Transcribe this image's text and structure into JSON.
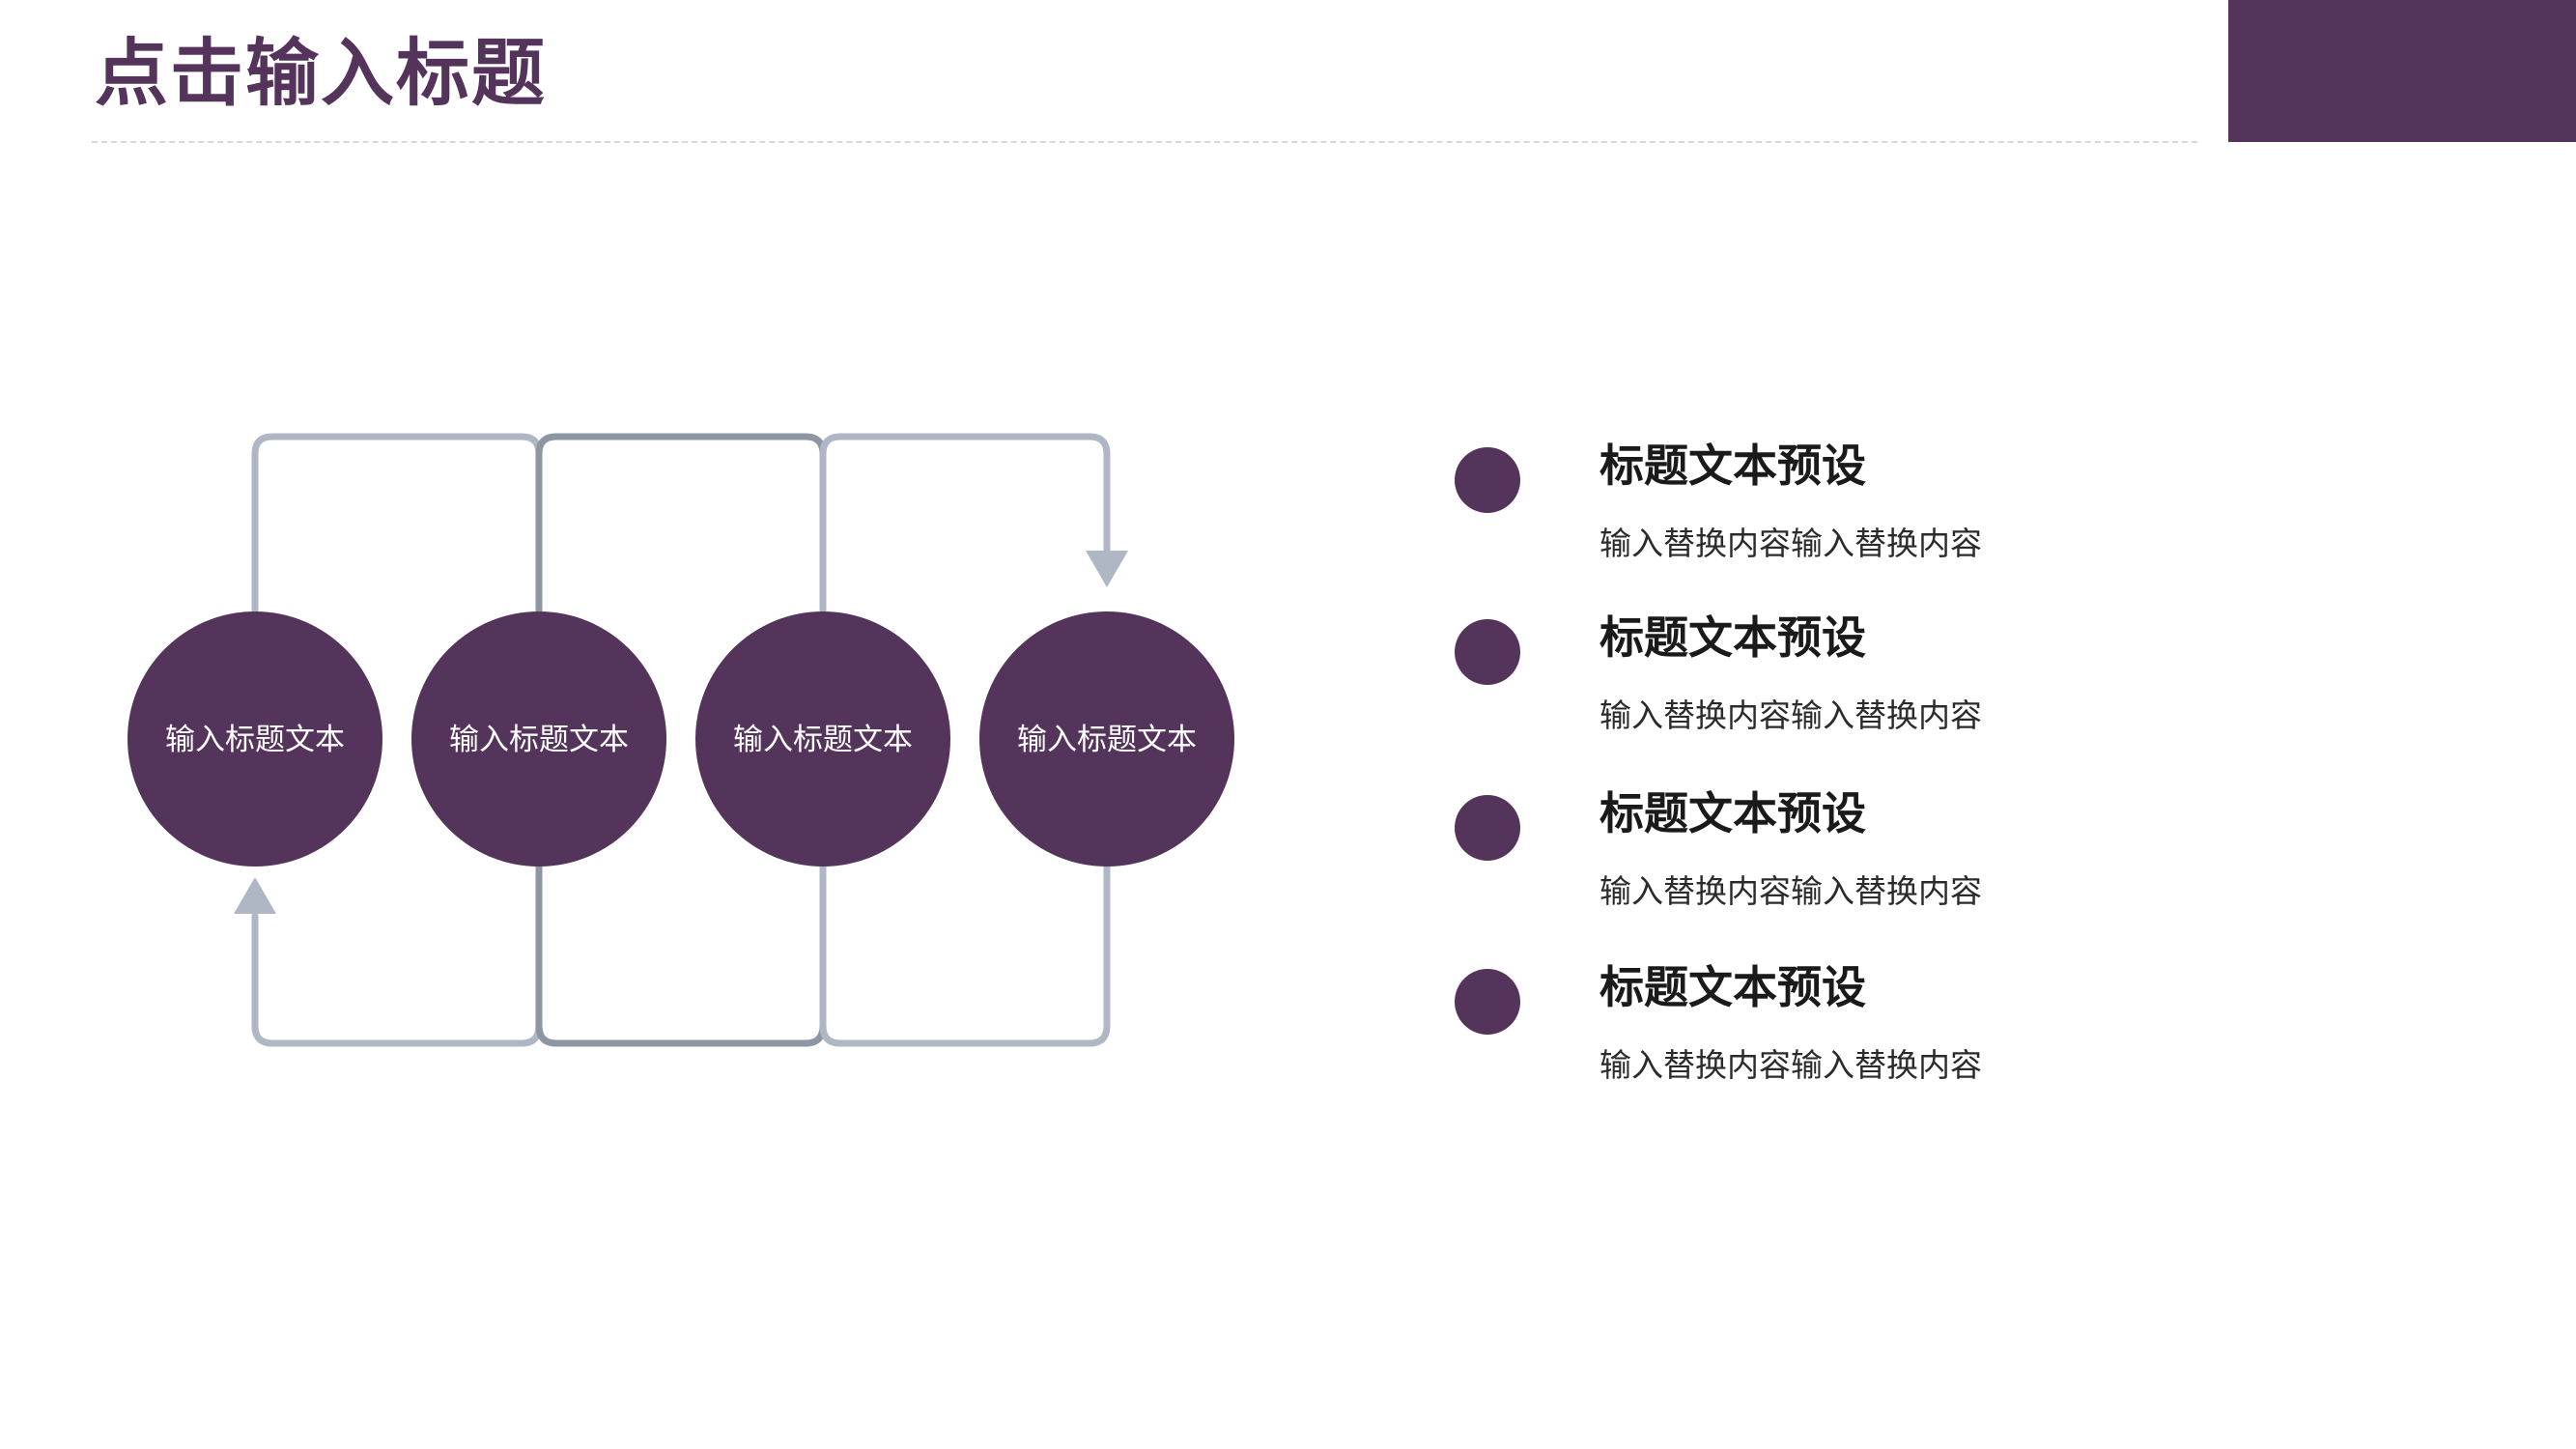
{
  "title": "点击输入标题",
  "colors": {
    "accent": "#55345c",
    "connector": "#b0b7c4",
    "connector_dark": "#8e96a3"
  },
  "flow": {
    "steps": [
      {
        "label": "输入标题文本"
      },
      {
        "label": "输入标题文本"
      },
      {
        "label": "输入标题文本"
      },
      {
        "label": "输入标题文本"
      }
    ]
  },
  "legend": {
    "items": [
      {
        "title": "标题文本预设",
        "desc": "输入替换内容输入替换内容"
      },
      {
        "title": "标题文本预设",
        "desc": "输入替换内容输入替换内容"
      },
      {
        "title": "标题文本预设",
        "desc": "输入替换内容输入替换内容"
      },
      {
        "title": "标题文本预设",
        "desc": "输入替换内容输入替换内容"
      }
    ]
  }
}
